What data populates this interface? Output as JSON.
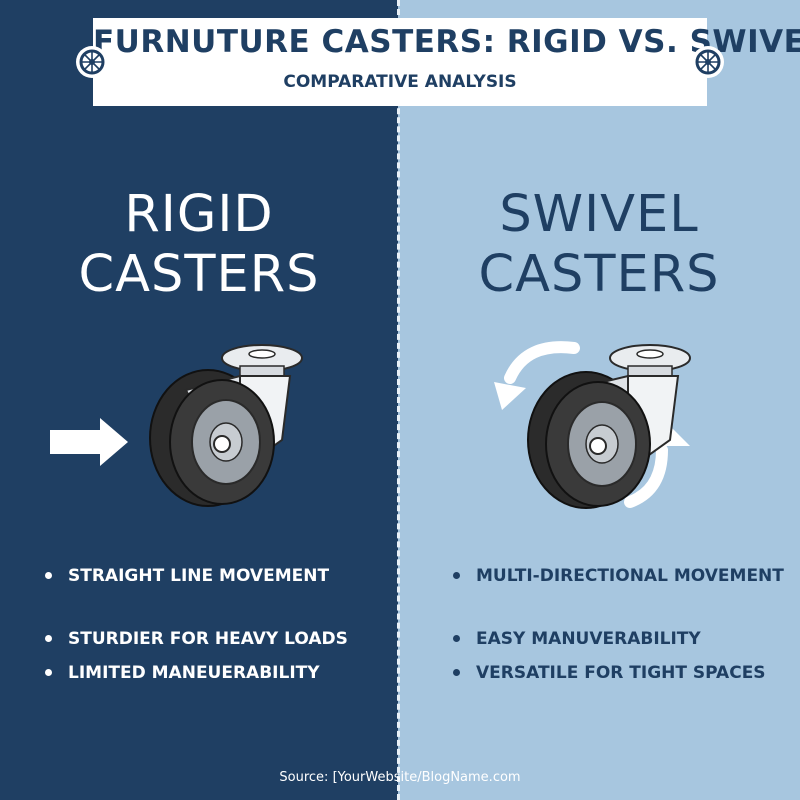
{
  "header": {
    "title": "FURNUTURE CASTERS: RIGID VS. SWIVEL",
    "subtitle": "COMPARATIVE ANALYSIS"
  },
  "left": {
    "heading_line1": "RIGID",
    "heading_line2": "CASTERS",
    "bullets": [
      "STRAIGHT LINE MOVEMENT",
      "STURDIER FOR HEAVY LOADS",
      "LIMITED MANEUERABILITY"
    ]
  },
  "right": {
    "heading_line1": "SWIVEL",
    "heading_line2": "CASTERS",
    "bullets": [
      "MULTI-DIRECTIONAL MOVEMENT",
      "EASY MANUVERABILITY",
      "VERSATILE FOR TIGHT SPACES"
    ]
  },
  "footer": {
    "source": "Source: [YourWebsite/BlogName.com"
  },
  "icons": {
    "header_badge": "wheel-icon",
    "left_motion": "arrow-right-icon",
    "right_motion": "rotate-arrows-icon",
    "caster": "caster-wheel-icon"
  },
  "colors": {
    "navy": "#1f3f63",
    "light_blue": "#a7c6df",
    "white": "#ffffff"
  }
}
